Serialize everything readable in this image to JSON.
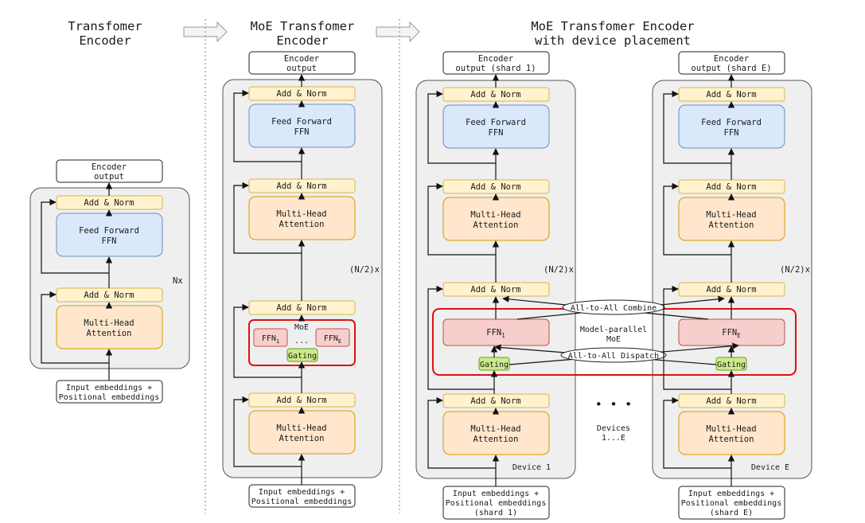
{
  "titles": {
    "col1_line1": "Transfomer",
    "col1_line2": "Encoder",
    "col2_line1": "MoE Transfomer",
    "col2_line2": "Encoder",
    "col3_line1": "MoE Transfomer Encoder",
    "col3_line2": "with device placement"
  },
  "col1": {
    "output_line1": "Encoder",
    "output_line2": "output",
    "add_norm": "Add & Norm",
    "ffn_line1": "Feed Forward",
    "ffn_line2": "FFN",
    "attn_line1": "Multi-Head",
    "attn_line2": "Attention",
    "repeat": "Nx",
    "input_line1": "Input embeddings +",
    "input_line2": "Positional embeddings"
  },
  "col2": {
    "output_line1": "Encoder",
    "output_line2": "output",
    "add_norm": "Add & Norm",
    "ffn_line1": "Feed Forward",
    "ffn_line2": "FFN",
    "attn_line1": "Multi-Head",
    "attn_line2": "Attention",
    "moe_label": "MoE",
    "ffn1_base": "FFN",
    "ffn1_sub": "1",
    "ffnE_base": "FFN",
    "ffnE_sub": "E",
    "ellipsis": "...",
    "gating": "Gating",
    "repeat": "(N/2)x",
    "input_line1": "Input embeddings +",
    "input_line2": "Positional embeddings"
  },
  "col3": {
    "dev1_output_line1": "Encoder",
    "dev1_output_line2": "output (shard 1)",
    "devE_output_line1": "Encoder",
    "devE_output_line2": "output (shard E)",
    "add_norm": "Add & Norm",
    "ffn_line1": "Feed Forward",
    "ffn_line2": "FFN",
    "attn_line1": "Multi-Head",
    "attn_line2": "Attention",
    "ffn1_base": "FFN",
    "ffn1_sub": "1",
    "ffnE_base": "FFN",
    "ffnE_sub": "E",
    "gating": "Gating",
    "repeat": "(N/2)x",
    "all_to_all_combine": "All-to-All Combine",
    "all_to_all_dispatch": "All-to-All Dispatch",
    "model_parallel_line1": "Model-parallel",
    "model_parallel_line2": "MoE",
    "dots": "• • •",
    "devices_line1": "Devices",
    "devices_line2": "1...E",
    "device1": "Device 1",
    "deviceE": "Device E",
    "dev1_input_line1": "Input embeddings +",
    "dev1_input_line2": "Positional embeddings",
    "dev1_input_line3": "(shard 1)",
    "devE_input_line1": "Input embeddings +",
    "devE_input_line2": "Positional embeddings",
    "devE_input_line3": "(shard E)"
  }
}
